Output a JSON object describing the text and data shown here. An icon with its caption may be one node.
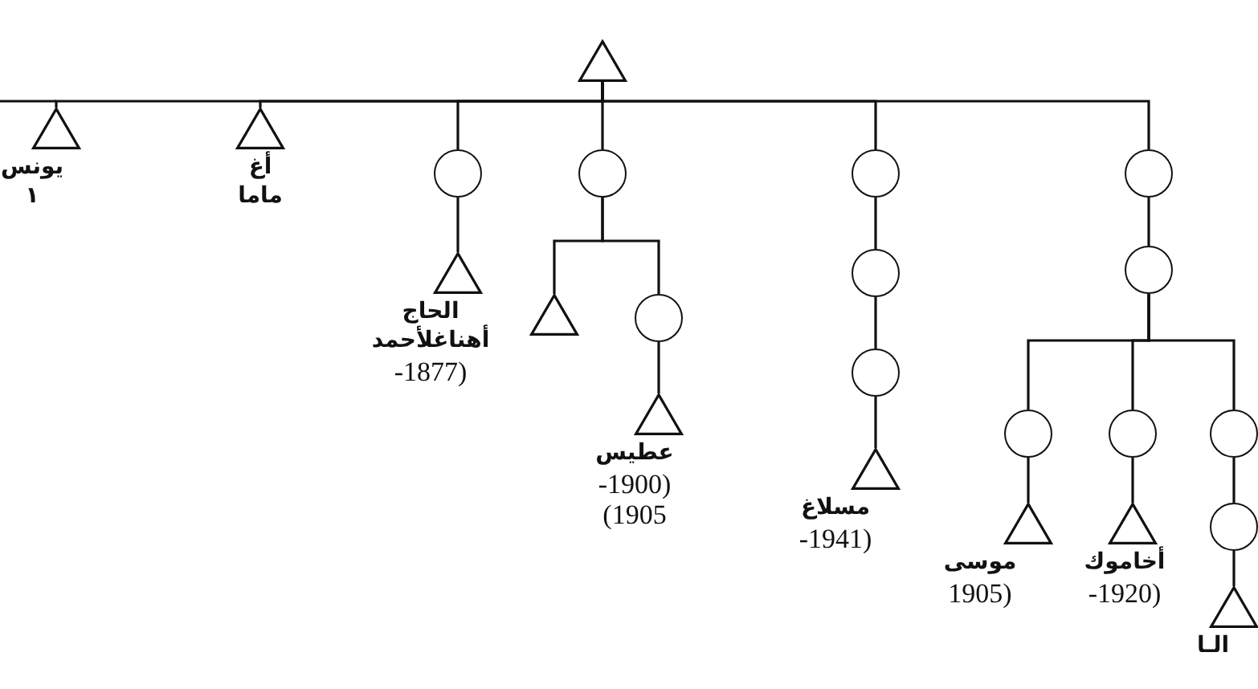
{
  "diagram": {
    "nodes": [
      {
        "text": [],
        "shape": "triangle"
      },
      {
        "text": [
          "يونس",
          "١"
        ]
      },
      {
        "text": [
          "أغ",
          "ماما"
        ]
      },
      {
        "text": [],
        "shape": "circle"
      },
      {
        "text": [
          "الحاج",
          "أهناغلأحمد",
          "-1877)"
        ]
      },
      {
        "text": [],
        "shape": "circle"
      },
      {
        "text": [],
        "shape": "triangle"
      },
      {
        "text": [],
        "shape": "circle"
      },
      {
        "text": [
          "عطيس",
          "-1900)",
          "(1905"
        ]
      },
      {
        "text": [],
        "shape": "circle"
      },
      {
        "text": [],
        "shape": "circle"
      },
      {
        "text": [],
        "shape": "circle"
      },
      {
        "text": [
          "مسلاغ",
          "-1941)"
        ]
      },
      {
        "text": [],
        "shape": "circle"
      },
      {
        "text": [],
        "shape": "circle"
      },
      {
        "text": [],
        "shape": "circle"
      },
      {
        "text": [],
        "shape": "circle"
      },
      {
        "text": [],
        "shape": "circle"
      },
      {
        "text": [
          "موسى",
          "1905)"
        ]
      },
      {
        "text": [
          "أخاموك",
          "-1920)"
        ]
      },
      {
        "text": [],
        "shape": "circle"
      },
      {
        "text": [
          "الـا"
        ]
      }
    ],
    "edges": [
      {
        "from": 0,
        "to": 1,
        "arrow": "none"
      },
      {
        "from": 0,
        "to": 2,
        "arrow": "none"
      },
      {
        "from": 0,
        "to": 3,
        "arrow": "none"
      },
      {
        "from": 0,
        "to": 5,
        "arrow": "none"
      },
      {
        "from": 0,
        "to": 9,
        "arrow": "none"
      },
      {
        "from": 0,
        "to": 13,
        "arrow": "none"
      },
      {
        "from": 3,
        "to": 4,
        "arrow": "none"
      },
      {
        "from": 5,
        "to": 6,
        "arrow": "none"
      },
      {
        "from": 5,
        "to": 7,
        "arrow": "none"
      },
      {
        "from": 7,
        "to": 8,
        "arrow": "none"
      },
      {
        "from": 9,
        "to": 10,
        "arrow": "none"
      },
      {
        "from": 10,
        "to": 11,
        "arrow": "none"
      },
      {
        "from": 11,
        "to": 12,
        "arrow": "none"
      },
      {
        "from": 13,
        "to": 14,
        "arrow": "none"
      },
      {
        "from": 14,
        "to": 15,
        "arrow": "none"
      },
      {
        "from": 14,
        "to": 16,
        "arrow": "none"
      },
      {
        "from": 14,
        "to": 17,
        "arrow": "none"
      },
      {
        "from": 15,
        "to": 18,
        "arrow": "none"
      },
      {
        "from": 16,
        "to": 19,
        "arrow": "none"
      },
      {
        "from": 17,
        "to": 20,
        "arrow": "none"
      },
      {
        "from": 20,
        "to": 21,
        "arrow": "none"
      }
    ]
  }
}
